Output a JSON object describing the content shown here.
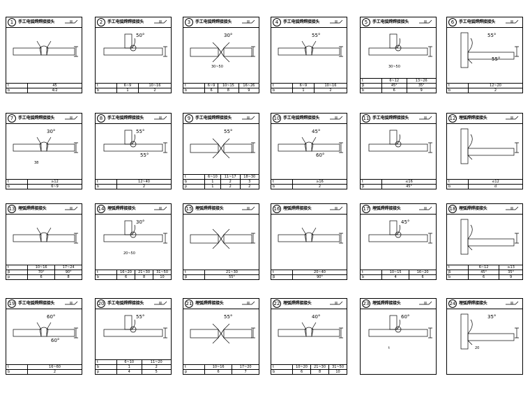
{
  "cards": [
    {
      "num": "1",
      "title": "手工电弧焊焊接接头",
      "rows": [
        [
          "t",
          "45"
        ],
        [
          "b",
          "4/2"
        ]
      ]
    },
    {
      "num": "2",
      "title": "手工电弧焊焊接接头",
      "angles": [
        "50°"
      ],
      "rows": [
        [
          "t",
          "6~9",
          "10~16"
        ],
        [
          "b",
          "1",
          "2"
        ]
      ]
    },
    {
      "num": "3",
      "title": "手工电弧焊焊接接头",
      "angles": [
        "30°"
      ],
      "dims": [
        "30~50"
      ],
      "rows": [
        [
          "t",
          "6~9",
          "10~15",
          "16~26"
        ],
        [
          "b",
          "6",
          "8",
          "9"
        ]
      ]
    },
    {
      "num": "4",
      "title": "手工电弧焊焊接接头",
      "angles": [
        "55°"
      ],
      "rows": [
        [
          "t",
          "6~9",
          "10~16"
        ],
        [
          "b",
          "1",
          "2"
        ]
      ]
    },
    {
      "num": "5",
      "title": "手工电弧焊焊接接头",
      "dims": [
        "30~50"
      ],
      "rows": [
        [
          "t",
          "6~12",
          "13~26"
        ],
        [
          "β",
          "45°",
          "35°"
        ],
        [
          "b",
          "6",
          "9"
        ]
      ]
    },
    {
      "num": "6",
      "title": "手工电弧焊焊接接头",
      "angles": [
        "55°",
        "55°"
      ],
      "rows": [
        [
          "t",
          "12~20"
        ],
        [
          "b",
          "2"
        ]
      ]
    },
    {
      "num": "7",
      "title": "手工电弧焊焊接接头",
      "angles": [
        "30°"
      ],
      "dims": [
        "38"
      ],
      "rows": [
        [
          "t",
          "≥12"
        ],
        [
          "b",
          "6~9"
        ]
      ]
    },
    {
      "num": "8",
      "title": "手工电弧焊焊接接头",
      "angles": [
        "55°",
        "55°"
      ],
      "rows": [
        [
          "t",
          "12~40"
        ],
        [
          "b",
          "2"
        ]
      ]
    },
    {
      "num": "9",
      "title": "手工电弧焊焊接接头",
      "angles": [
        "55°"
      ],
      "rows": [
        [
          "t",
          "6~10",
          "11~17",
          "18~30"
        ],
        [
          "b",
          "1",
          "2",
          "3"
        ],
        [
          "p",
          "1",
          "2",
          "2"
        ]
      ]
    },
    {
      "num": "10",
      "title": "手工电弧焊焊接接头",
      "angles": [
        "45°",
        "60°"
      ],
      "rows": [
        [
          "t",
          "≥16"
        ],
        [
          "b",
          "2"
        ]
      ]
    },
    {
      "num": "11",
      "title": "手工电弧焊焊接接头",
      "rows": [
        [
          "t",
          "≤16"
        ],
        [
          "β",
          "45°"
        ]
      ]
    },
    {
      "num": "12",
      "title": "埋弧焊焊接接头",
      "rows": [
        [
          "t",
          "≤12"
        ],
        [
          "b",
          "d"
        ]
      ]
    },
    {
      "num": "13",
      "title": "埋弧焊焊接接头",
      "rows": [
        [
          "t",
          "10~16",
          "17~24"
        ],
        [
          "β",
          "70°",
          "90°"
        ],
        [
          "p",
          "6",
          "8"
        ]
      ]
    },
    {
      "num": "14",
      "title": "埋弧焊焊接接头",
      "angles": [
        "30°"
      ],
      "dims": [
        "20~50"
      ],
      "rows": [
        [
          "t",
          "16~20",
          "21~30",
          "31~50"
        ],
        [
          "b",
          "6",
          "8",
          "10"
        ]
      ]
    },
    {
      "num": "15",
      "title": "埋弧焊焊接接头",
      "rows": [
        [
          "t",
          "21~30"
        ],
        [
          "β",
          "55°"
        ]
      ]
    },
    {
      "num": "16",
      "title": "埋弧焊焊接接头",
      "rows": [
        [
          "t",
          "20~40"
        ],
        [
          "β",
          "90°"
        ]
      ]
    },
    {
      "num": "17",
      "title": "埋弧焊焊接接头",
      "angles": [
        "45°"
      ],
      "rows": [
        [
          "t",
          "10~15",
          "16~20"
        ],
        [
          "b",
          "4",
          "6"
        ]
      ]
    },
    {
      "num": "18",
      "title": "埋弧焊焊接接头",
      "rows": [
        [
          "t",
          "6~12",
          "≥13"
        ],
        [
          "β",
          "45°",
          "35°"
        ],
        [
          "b",
          "6",
          "9"
        ]
      ]
    },
    {
      "num": "19",
      "title": "手工电弧焊焊接接头",
      "angles": [
        "60°",
        "60°"
      ],
      "rows": [
        [
          "t",
          "16~60"
        ],
        [
          "b",
          "2"
        ]
      ]
    },
    {
      "num": "20",
      "title": "手工电弧焊焊接接头",
      "angles": [
        "55°"
      ],
      "rows": [
        [
          "t",
          "6~10",
          "11~20"
        ],
        [
          "b",
          "1",
          "2"
        ],
        [
          "p",
          "4",
          "5"
        ]
      ]
    },
    {
      "num": "21",
      "title": "埋弧焊焊接接头",
      "angles": [
        "55°"
      ],
      "rows": [
        [
          "t",
          "10~16",
          "17~20"
        ],
        [
          "p",
          "6",
          "7"
        ]
      ]
    },
    {
      "num": "22",
      "title": "埋弧焊焊接接头",
      "angles": [
        "40°"
      ],
      "rows": [
        [
          "t",
          "10~20",
          "21~30",
          "31~50"
        ],
        [
          "b",
          "6",
          "8",
          "10"
        ]
      ]
    },
    {
      "num": "23",
      "title": "埋弧焊焊接接头",
      "angles": [
        "60°"
      ],
      "dims": [
        "t"
      ],
      "rows": []
    },
    {
      "num": "24",
      "title": "埋弧焊焊接接头",
      "angles": [
        "35°"
      ],
      "dims": [
        "20"
      ],
      "rows": []
    }
  ]
}
